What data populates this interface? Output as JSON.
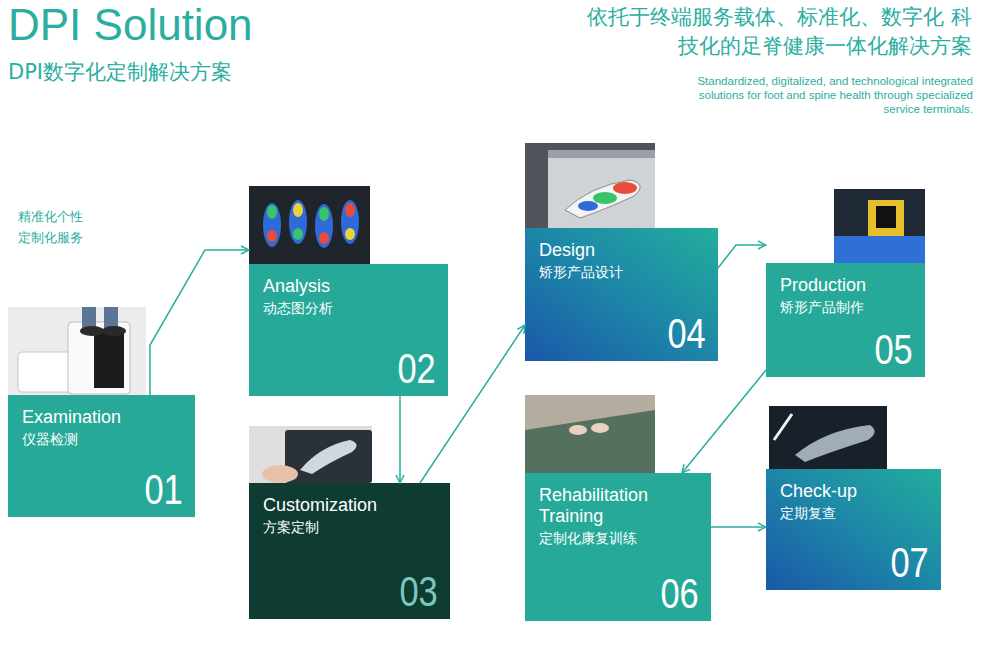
{
  "diagram": {
    "title": "DPI Solution",
    "nodes": [
      {
        "text": [
          "Examination",
          "仪器检测",
          "01"
        ]
      },
      {
        "text": [
          "Analysis",
          "动态图分析",
          "02"
        ]
      },
      {
        "text": [
          "Customization",
          "方案定制",
          "03"
        ]
      },
      {
        "text": [
          "Design",
          "矫形产品设计",
          "04"
        ]
      },
      {
        "text": [
          "Production",
          "矫形产品制作",
          "05"
        ]
      },
      {
        "text": [
          "Rehabilitation Training",
          "定制化康复训练",
          "06"
        ]
      },
      {
        "text": [
          "Check-up",
          "定期复查",
          "07"
        ]
      }
    ],
    "edges": [
      {
        "from": 0,
        "to": 1,
        "arrow": "to"
      },
      {
        "from": 1,
        "to": 2,
        "arrow": "to"
      },
      {
        "from": 2,
        "to": 3,
        "arrow": "to"
      },
      {
        "from": 3,
        "to": 4,
        "arrow": "to"
      },
      {
        "from": 4,
        "to": 5,
        "arrow": "to"
      },
      {
        "from": 5,
        "to": 6,
        "arrow": "to"
      }
    ],
    "labels": [
      "DPI数字化定制解决方案",
      "依托于终端服务载体、标准化、数字化 科技化的足脊健康一体化解决方案",
      "Standardized, digitalized, and technological integrated solutions for foot and spine health through specialized service terminals.",
      "精准化个性 定制化服务"
    ]
  }
}
